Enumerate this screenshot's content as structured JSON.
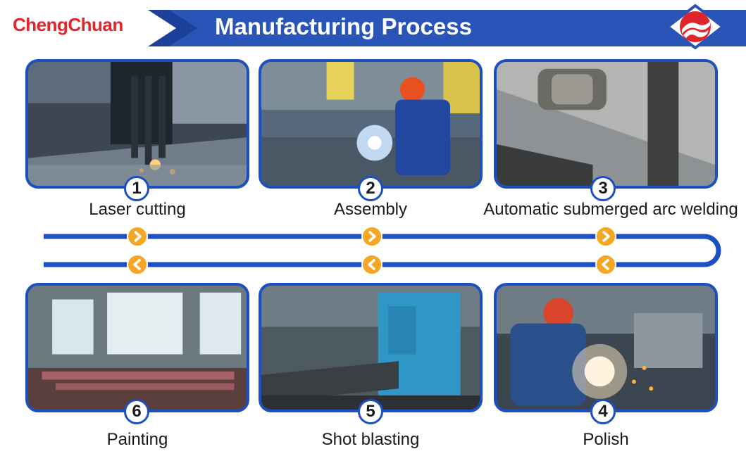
{
  "header": {
    "brand": "ChengChuan",
    "title": "Manufacturing Process"
  },
  "steps": [
    {
      "number": "1",
      "label": "Laser cutting"
    },
    {
      "number": "2",
      "label": "Assembly"
    },
    {
      "number": "3",
      "label": "Automatic submerged arc welding"
    },
    {
      "number": "4",
      "label": "Polish"
    },
    {
      "number": "5",
      "label": "Shot blasting"
    },
    {
      "number": "6",
      "label": "Painting"
    }
  ],
  "colors": {
    "header_blue": "#2a55b8",
    "brand_red": "#e0262a",
    "card_border": "#1c4fc2",
    "flow_line": "#1c4fc2",
    "arrow_orange": "#f5a623"
  },
  "icons": {
    "forward_arrow": "chevron-right-icon",
    "back_arrow": "chevron-left-icon"
  }
}
